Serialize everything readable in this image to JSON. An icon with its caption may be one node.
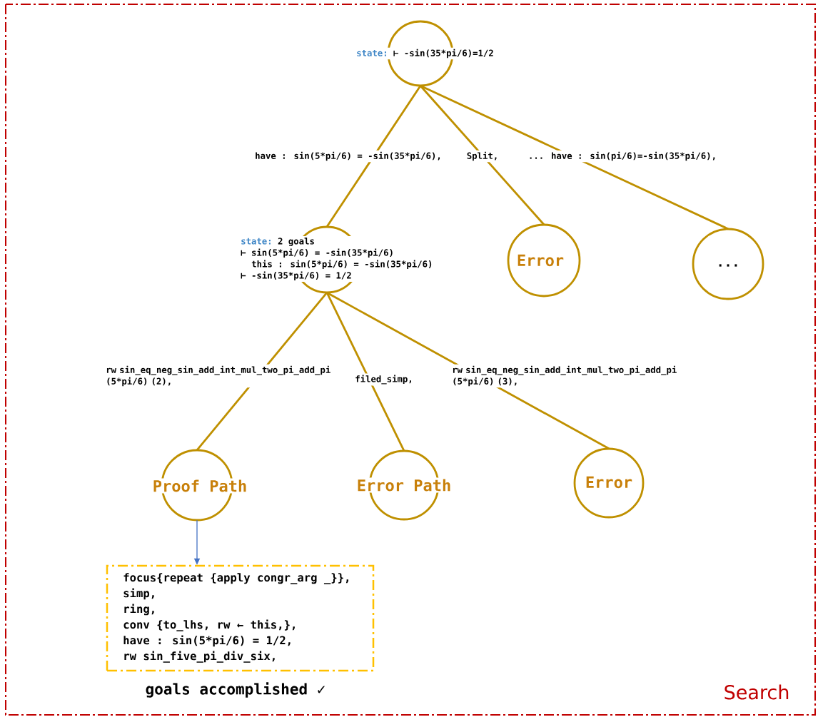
{
  "diagram": {
    "nodes": [
      {
        "text": [
          "state:",
          "⊢ -sin(35*pi/6)=1/2"
        ]
      },
      {
        "text": [
          "state:",
          "2 goals",
          "⊢ sin(5*pi/6) = -sin(35*pi/6)",
          "this : sin(5*pi/6) = -sin(35*pi/6)",
          "⊢ -sin(35*pi/6) = 1/2"
        ]
      },
      {
        "text": [
          "Error"
        ]
      },
      {
        "text": [
          "..."
        ]
      },
      {
        "text": [
          "Proof Path"
        ]
      },
      {
        "text": [
          "Error Path"
        ]
      },
      {
        "text": [
          "Error"
        ]
      },
      {
        "text": [
          "focus{repeat {apply congr_arg _}},",
          "simp,",
          "ring,",
          "conv {to_lhs, rw ← this,},",
          "have : sin(5*pi/6) = 1/2,",
          "rw sin_five_pi_div_six,"
        ],
        "beside": [
          "goals accomplished ✓"
        ]
      }
    ],
    "edges": [
      {
        "from": 0,
        "to": 1,
        "arrow": "none",
        "label": "have : sin(5*pi/6) = -sin(35*pi/6),"
      },
      {
        "from": 0,
        "to": 2,
        "arrow": "none",
        "label": "Split,"
      },
      {
        "from": 0,
        "to": 3,
        "arrow": "none",
        "label": "... have : sin(pi/6)=-sin(35*pi/6),"
      },
      {
        "from": 1,
        "to": 4,
        "arrow": "none",
        "label": "rw sin_eq_neg_sin_add_int_mul_two_pi_add_pi (5*pi/6) (2),"
      },
      {
        "from": 1,
        "to": 5,
        "arrow": "none",
        "label": "filed_simp,"
      },
      {
        "from": 1,
        "to": 6,
        "arrow": "none",
        "label": "rw sin_eq_neg_sin_add_int_mul_two_pi_add_pi (5*pi/6) (3),"
      },
      {
        "from": 4,
        "to": 7,
        "arrow": "to",
        "color": "#4472c4"
      }
    ],
    "labels": [
      "Search"
    ]
  }
}
